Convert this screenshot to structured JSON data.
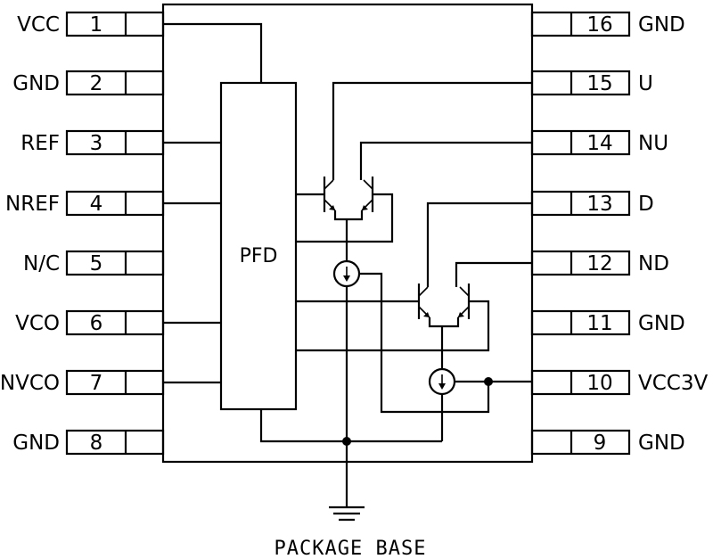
{
  "pins_left": [
    {
      "number": "1",
      "label": "VCC"
    },
    {
      "number": "2",
      "label": "GND"
    },
    {
      "number": "3",
      "label": "REF"
    },
    {
      "number": "4",
      "label": "NREF"
    },
    {
      "number": "5",
      "label": "N/C"
    },
    {
      "number": "6",
      "label": "VCO"
    },
    {
      "number": "7",
      "label": "NVCO"
    },
    {
      "number": "8",
      "label": "GND"
    }
  ],
  "pins_right": [
    {
      "number": "16",
      "label": "GND"
    },
    {
      "number": "15",
      "label": "U"
    },
    {
      "number": "14",
      "label": "NU"
    },
    {
      "number": "13",
      "label": "D"
    },
    {
      "number": "12",
      "label": "ND"
    },
    {
      "number": "11",
      "label": "GND"
    },
    {
      "number": "10",
      "label": "VCC3V"
    },
    {
      "number": "9",
      "label": "GND"
    }
  ],
  "block": {
    "label": "PFD"
  },
  "footer": {
    "label": "PACKAGE BASE"
  }
}
